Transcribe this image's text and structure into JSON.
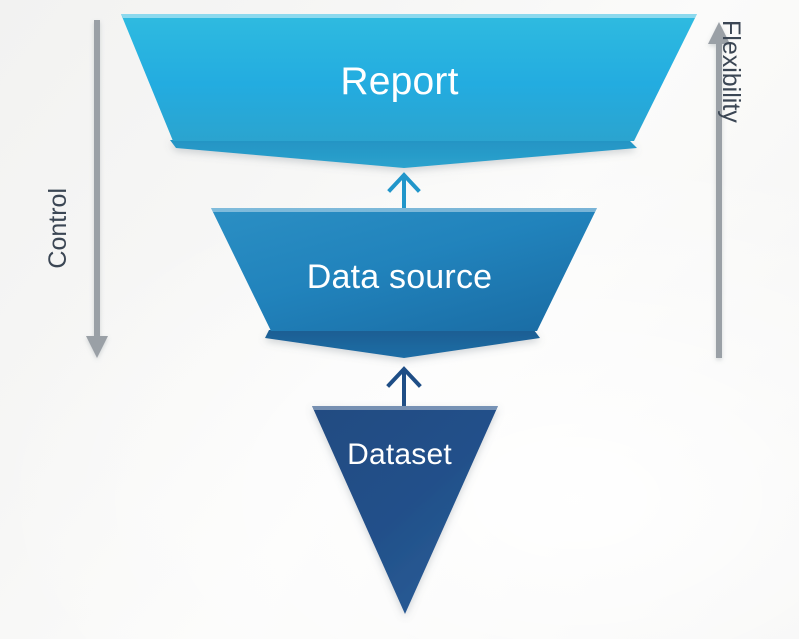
{
  "diagram": {
    "type": "inverted-funnel",
    "title_present": false,
    "background_color": "#f6f6f5",
    "stages": [
      {
        "id": "report",
        "label": "Report",
        "level": 1,
        "position": "top",
        "fill_top": "#2ab5dd",
        "fill_bottom": "#1f9fce",
        "fold_color": "#1e8fbe",
        "text_color": "#ffffff",
        "width_hint": "widest"
      },
      {
        "id": "data-source",
        "label": "Data source",
        "level": 2,
        "position": "middle",
        "fill_top": "#2184bd",
        "fill_bottom": "#1b6fa8",
        "fold_color": "#1b5e93",
        "text_color": "#ffffff",
        "width_hint": "medium"
      },
      {
        "id": "dataset",
        "label": "Dataset",
        "level": 3,
        "position": "bottom",
        "fill_top": "#1f4e86",
        "fill_bottom": "#2a5c96",
        "fold_color": "#1b4576",
        "text_color": "#ffffff",
        "width_hint": "narrowest"
      }
    ],
    "connectors": [
      {
        "id": "dataset-to-data-source",
        "from": "dataset",
        "to": "data-source",
        "direction": "up",
        "color": "#1f4e86"
      },
      {
        "id": "data-source-to-report",
        "from": "data-source",
        "to": "report",
        "direction": "up",
        "color": "#2196ca"
      }
    ],
    "axes": [
      {
        "id": "control",
        "label": "Control",
        "side": "left",
        "direction": "down",
        "color": "#9aa0a6",
        "text_color": "#3b4654",
        "meaning": "Control increases downward"
      },
      {
        "id": "flexibility",
        "label": "Flexibility",
        "side": "right",
        "direction": "up",
        "color": "#9aa0a6",
        "text_color": "#3b4654",
        "meaning": "Flexibility increases upward"
      }
    ]
  }
}
